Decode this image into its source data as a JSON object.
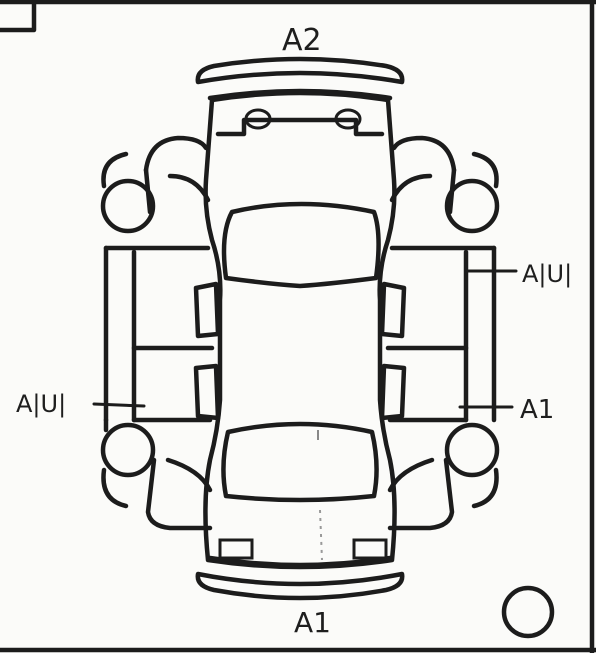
{
  "annotations": {
    "top_code": "A2",
    "bottom_code": "A1",
    "right_upper_code": "A|U|",
    "right_lower_code": "A1",
    "left_code": "A|U|"
  }
}
